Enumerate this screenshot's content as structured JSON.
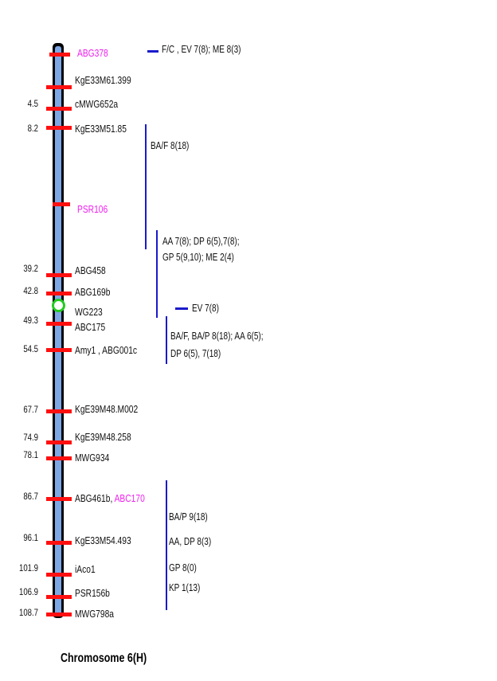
{
  "title": "Chromosome 6(H)",
  "colors": {
    "chromosome_fill": "#7ea7e6",
    "chromosome_outline": "#000000",
    "tick": "#ff1010",
    "highlight_marker": "#ee22ee",
    "qtl_bar": "#1a1acc",
    "centromere": "#22cc22"
  },
  "markers": [
    {
      "pos": "",
      "name": "ABG378",
      "highlight": true
    },
    {
      "pos": "",
      "name": "KgE33M61.399"
    },
    {
      "pos": "4.5",
      "name": "cMWG652a"
    },
    {
      "pos": "8.2",
      "name": "KgE33M51.85"
    },
    {
      "pos": "",
      "name": "PSR106",
      "highlight": true
    },
    {
      "pos": "39.2",
      "name": "ABG458"
    },
    {
      "pos": "42.8",
      "name": "ABG169b"
    },
    {
      "pos": "",
      "name": "WG223"
    },
    {
      "pos": "49.3",
      "name": "ABC175"
    },
    {
      "pos": "54.5",
      "name": "Amy1 , ABG001c"
    },
    {
      "pos": "67.7",
      "name": "KgE39M48.M002"
    },
    {
      "pos": "74.9",
      "name": "KgE39M48.258"
    },
    {
      "pos": "78.1",
      "name": "MWG934"
    },
    {
      "pos": "86.7",
      "name": "ABG461b,",
      "extra": "ABC170"
    },
    {
      "pos": "96.1",
      "name": "KgE33M54.493"
    },
    {
      "pos": "101.9",
      "name": "iAco1"
    },
    {
      "pos": "106.9",
      "name": "PSR156b"
    },
    {
      "pos": "108.7",
      "name": "MWG798a"
    }
  ],
  "qtl": {
    "q1": "F/C , EV 7(8);  ME 8(3)",
    "q2": "BA/F 8(18)",
    "q3a": "AA 7(8);  DP 6(5),7(8);",
    "q3b": "GP 5(9,10);  ME 2(4)",
    "q4": "EV 7(8)",
    "q5a": "BA/F, BA/P 8(18);  AA 6(5);",
    "q5b": "DP 6(5), 7(18)",
    "q6a": "BA/P 9(18)",
    "q6b": "AA, DP 8(3)",
    "q6c": "GP 8(0)",
    "q6d": "KP 1(13)"
  }
}
